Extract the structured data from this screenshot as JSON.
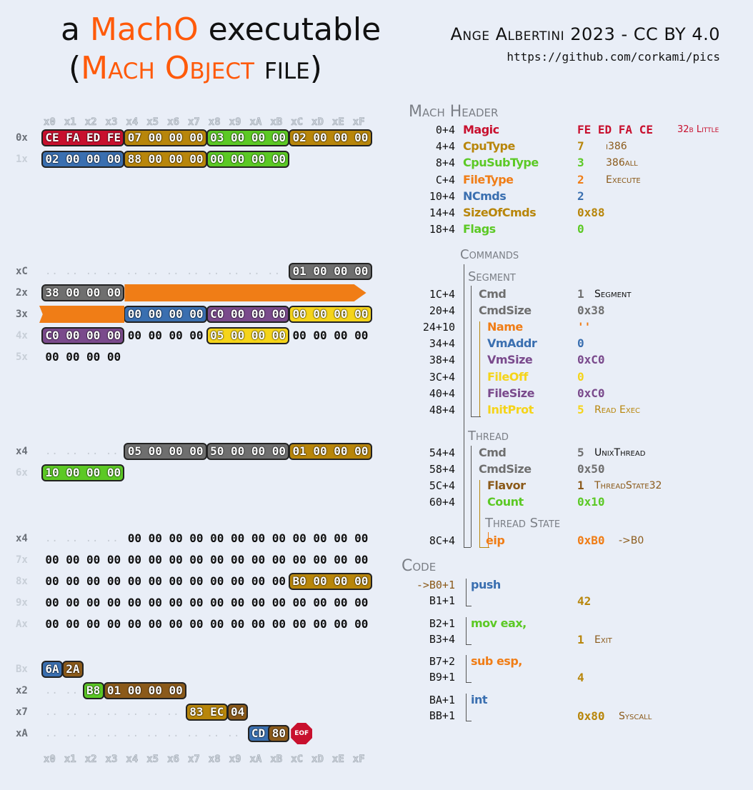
{
  "title": {
    "line1_a": "a ",
    "line1_b": "MachO",
    "line1_c": " executable",
    "line2_a": "(",
    "line2_b": "Mach Object",
    "line2_c": " file)"
  },
  "author": "Ange Albertini 2023 - CC BY 4.0",
  "url": "https://github.com/corkami/pics",
  "col_headers": [
    "x0",
    "x1",
    "x2",
    "x3",
    "x4",
    "x5",
    "x6",
    "x7",
    "x8",
    "x9",
    "xA",
    "xB",
    "xC",
    "xD",
    "xE",
    "xF"
  ],
  "colors": {
    "red": "#c8102e",
    "orange_dark": "#b8860b",
    "orange": "#f07d16",
    "green": "#5cc925",
    "blue": "#3a6fb0",
    "purple": "#7a4a8c",
    "yellow": "#f5d41a",
    "gray": "#6f6f6f",
    "brown": "#8b5a1a",
    "background": "#e9eef7"
  },
  "hex_rows": [
    {
      "label": "0x",
      "bytes": [
        "CE",
        "FA",
        "ED",
        "FE",
        "07",
        "00",
        "00",
        "00",
        "03",
        "00",
        "00",
        "00",
        "02",
        "00",
        "00",
        "00"
      ]
    },
    {
      "label": "1x",
      "bytes": [
        "02",
        "00",
        "00",
        "00",
        "88",
        "00",
        "00",
        "00",
        "00",
        "00",
        "00",
        "00"
      ]
    },
    {
      "label": "xC",
      "bytes": [
        "01",
        "00",
        "00",
        "00"
      ]
    },
    {
      "label": "2x",
      "bytes": [
        "38",
        "00",
        "00",
        "00"
      ]
    },
    {
      "label": "3x",
      "bytes": [
        "00",
        "00",
        "00",
        "00",
        "C0",
        "00",
        "00",
        "00",
        "00",
        "00",
        "00",
        "00"
      ]
    },
    {
      "label": "4x",
      "bytes": [
        "C0",
        "00",
        "00",
        "00",
        "00",
        "00",
        "00",
        "00",
        "05",
        "00",
        "00",
        "00",
        "00",
        "00",
        "00",
        "00"
      ]
    },
    {
      "label": "5x",
      "bytes": [
        "00",
        "00",
        "00",
        "00"
      ]
    },
    {
      "label": "x4",
      "bytes": [
        "05",
        "00",
        "00",
        "00",
        "50",
        "00",
        "00",
        "00",
        "01",
        "00",
        "00",
        "00"
      ]
    },
    {
      "label": "6x",
      "bytes": [
        "10",
        "00",
        "00",
        "00"
      ]
    },
    {
      "label": "x4",
      "bytes": [
        "00",
        "00",
        "00",
        "00",
        "00",
        "00",
        "00",
        "00",
        "00",
        "00",
        "00",
        "00"
      ]
    },
    {
      "label": "7x",
      "bytes": [
        "00",
        "00",
        "00",
        "00",
        "00",
        "00",
        "00",
        "00",
        "00",
        "00",
        "00",
        "00",
        "00",
        "00",
        "00",
        "00"
      ]
    },
    {
      "label": "8x",
      "bytes": [
        "00",
        "00",
        "00",
        "00",
        "00",
        "00",
        "00",
        "00",
        "00",
        "00",
        "00",
        "00",
        "B0",
        "00",
        "00",
        "00"
      ]
    },
    {
      "label": "9x",
      "bytes": [
        "00",
        "00",
        "00",
        "00",
        "00",
        "00",
        "00",
        "00",
        "00",
        "00",
        "00",
        "00",
        "00",
        "00",
        "00",
        "00"
      ]
    },
    {
      "label": "Ax",
      "bytes": [
        "00",
        "00",
        "00",
        "00",
        "00",
        "00",
        "00",
        "00",
        "00",
        "00",
        "00",
        "00",
        "00",
        "00",
        "00",
        "00"
      ]
    },
    {
      "label": "Bx",
      "bytes": [
        "6A",
        "2A"
      ]
    },
    {
      "label": "x2",
      "bytes": [
        "B8",
        "01",
        "00",
        "00",
        "00"
      ]
    },
    {
      "label": "x7",
      "bytes": [
        "83",
        "EC",
        "04"
      ]
    },
    {
      "label": "xA",
      "bytes": [
        "CD",
        "80"
      ]
    }
  ],
  "eof_label": "EOF",
  "sections": {
    "mach_header": "Mach Header",
    "commands": "Commands",
    "segment": "Segment",
    "thread": "Thread",
    "thread_state": "Thread State",
    "code": "Code"
  },
  "header_fields": [
    {
      "off": "0+4",
      "name": "Magic",
      "value": "FE ED FA CE",
      "desc": "32b Little"
    },
    {
      "off": "4+4",
      "name": "CpuType",
      "value": "7",
      "desc": "i386"
    },
    {
      "off": "8+4",
      "name": "CpuSubType",
      "value": "3",
      "desc": "386all"
    },
    {
      "off": "C+4",
      "name": "FileType",
      "value": "2",
      "desc": "Execute"
    },
    {
      "off": "10+4",
      "name": "NCmds",
      "value": "2",
      "desc": ""
    },
    {
      "off": "14+4",
      "name": "SizeOfCmds",
      "value": "0x88",
      "desc": ""
    },
    {
      "off": "18+4",
      "name": "Flags",
      "value": "0",
      "desc": ""
    }
  ],
  "segment_fields": [
    {
      "off": "1C+4",
      "name": "Cmd",
      "value": "1",
      "desc": "Segment"
    },
    {
      "off": "20+4",
      "name": "CmdSize",
      "value": "0x38",
      "desc": ""
    },
    {
      "off": "24+10",
      "name": "Name",
      "value": "''",
      "desc": ""
    },
    {
      "off": "34+4",
      "name": "VmAddr",
      "value": "0",
      "desc": ""
    },
    {
      "off": "38+4",
      "name": "VmSize",
      "value": "0xC0",
      "desc": ""
    },
    {
      "off": "3C+4",
      "name": "FileOff",
      "value": "0",
      "desc": ""
    },
    {
      "off": "40+4",
      "name": "FileSize",
      "value": "0xC0",
      "desc": ""
    },
    {
      "off": "48+4",
      "name": "InitProt",
      "value": "5",
      "desc": "Read Exec"
    }
  ],
  "thread_fields": [
    {
      "off": "54+4",
      "name": "Cmd",
      "value": "5",
      "desc": "UnixThread"
    },
    {
      "off": "58+4",
      "name": "CmdSize",
      "value": "0x50",
      "desc": ""
    },
    {
      "off": "5C+4",
      "name": "Flavor",
      "value": "1",
      "desc": "ThreadState32"
    },
    {
      "off": "60+4",
      "name": "Count",
      "value": "0x10",
      "desc": ""
    },
    {
      "off": "8C+4",
      "name": "eip",
      "value": "0xB0",
      "desc": "->B0"
    }
  ],
  "code": [
    {
      "off1": "->B0+1",
      "instr": "push",
      "off2": "B1+1",
      "operand": "42",
      "desc": ""
    },
    {
      "off1": "B2+1",
      "instr": "mov eax,",
      "off2": "B3+4",
      "operand": "1",
      "desc": "Exit"
    },
    {
      "off1": "B7+2",
      "instr": "sub esp,",
      "off2": "B9+1",
      "operand": "4",
      "desc": ""
    },
    {
      "off1": "BA+1",
      "instr": "int",
      "off2": "BB+1",
      "operand": "0x80",
      "desc": "Syscall"
    }
  ]
}
